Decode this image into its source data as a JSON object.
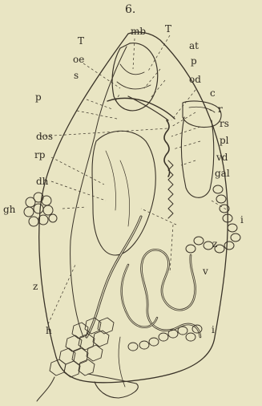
{
  "figure": {
    "number": "6.",
    "labels": {
      "mb": "mb",
      "T_left": "T",
      "T_right": "T",
      "at": "at",
      "oe": "oe",
      "p_top": "p",
      "od": "od",
      "s": "s",
      "c": "c",
      "r": "r",
      "p_left": "p",
      "rs": "rs",
      "dos": "dos",
      "pl": "pl",
      "vd": "vd",
      "rp": "rp",
      "gal": "gal",
      "dh": "dh",
      "i_right": "i",
      "gh": "gh",
      "z_right": "z",
      "v": "v",
      "z_left": "z",
      "h": "h",
      "i_bottom": "i"
    }
  },
  "colors": {
    "background": "#e9e5c3",
    "ink": "#2f2a22",
    "ink_light": "#6b6255"
  }
}
